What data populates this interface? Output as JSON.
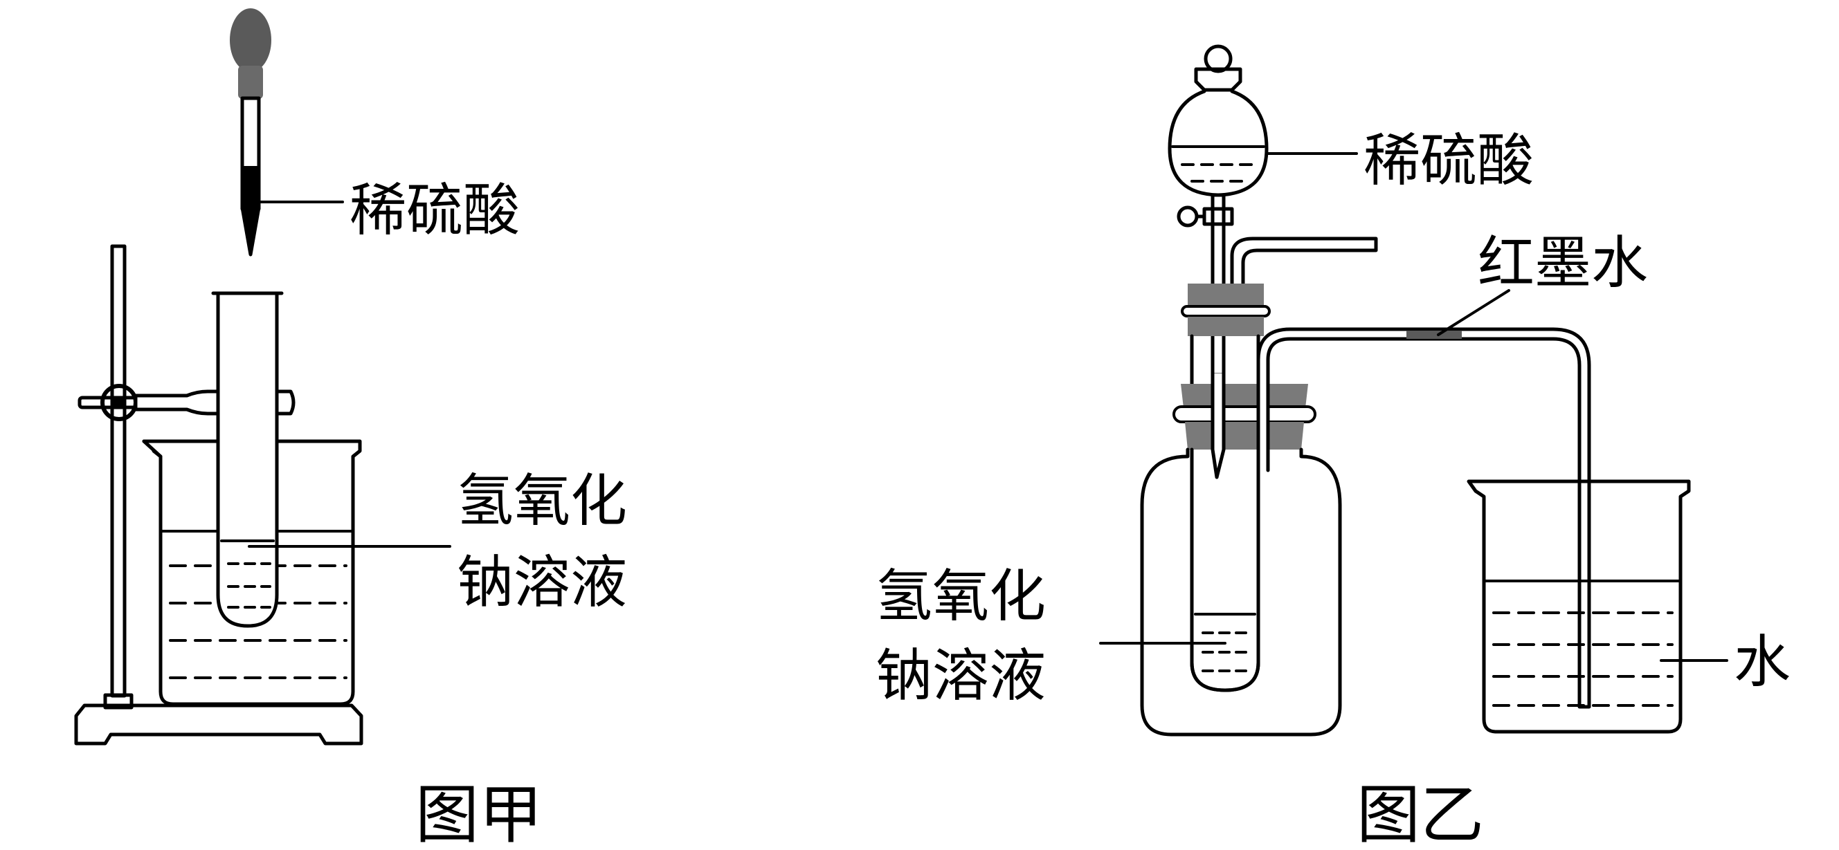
{
  "figure_a": {
    "caption": "图甲",
    "labels": {
      "dilute_sulfuric_acid": "稀硫酸",
      "sodium_hydroxide_line1": "氢氧化",
      "sodium_hydroxide_line2": "钠溶液"
    }
  },
  "figure_b": {
    "caption": "图乙",
    "labels": {
      "dilute_sulfuric_acid": "稀硫酸",
      "red_ink": "红墨水",
      "sodium_hydroxide_line1": "氢氧化",
      "sodium_hydroxide_line2": "钠溶液",
      "water": "水"
    }
  },
  "colors": {
    "stroke": "#000000",
    "stopper_gray": "#7a7a7a",
    "bulb_gray": "#5a5a5a",
    "background": "#ffffff"
  }
}
